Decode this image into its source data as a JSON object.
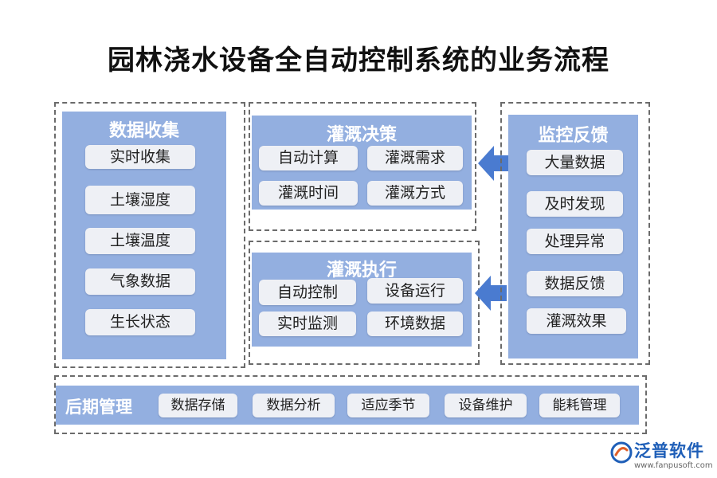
{
  "title": "园林浇水设备全自动控制系统的业务流程",
  "data_collection": {
    "title": "数据收集",
    "items": [
      "实时收集",
      "土壤湿度",
      "土壤温度",
      "气象数据",
      "生长状态"
    ]
  },
  "decision": {
    "title": "灌溉决策",
    "items": [
      "自动计算",
      "灌溉需求",
      "灌溉时间",
      "灌溉方式"
    ]
  },
  "execution": {
    "title": "灌溉执行",
    "items": [
      "自动控制",
      "设备运行",
      "实时监测",
      "环境数据"
    ]
  },
  "monitoring": {
    "title": "监控反馈",
    "items": [
      "大量数据",
      "及时发现",
      "处理异常",
      "数据反馈",
      "灌溉效果"
    ]
  },
  "post_management": {
    "title": "后期管理",
    "items": [
      "数据存储",
      "数据分析",
      "适应季节",
      "设备维护",
      "能耗管理"
    ]
  },
  "logo": {
    "name": "泛普软件",
    "url": "www.fanpusoft.com"
  },
  "colors": {
    "panel": "#93afe0",
    "chip": "#eef0f5",
    "arrow": "#4a7bd0",
    "logo": "#1f5fb8"
  }
}
